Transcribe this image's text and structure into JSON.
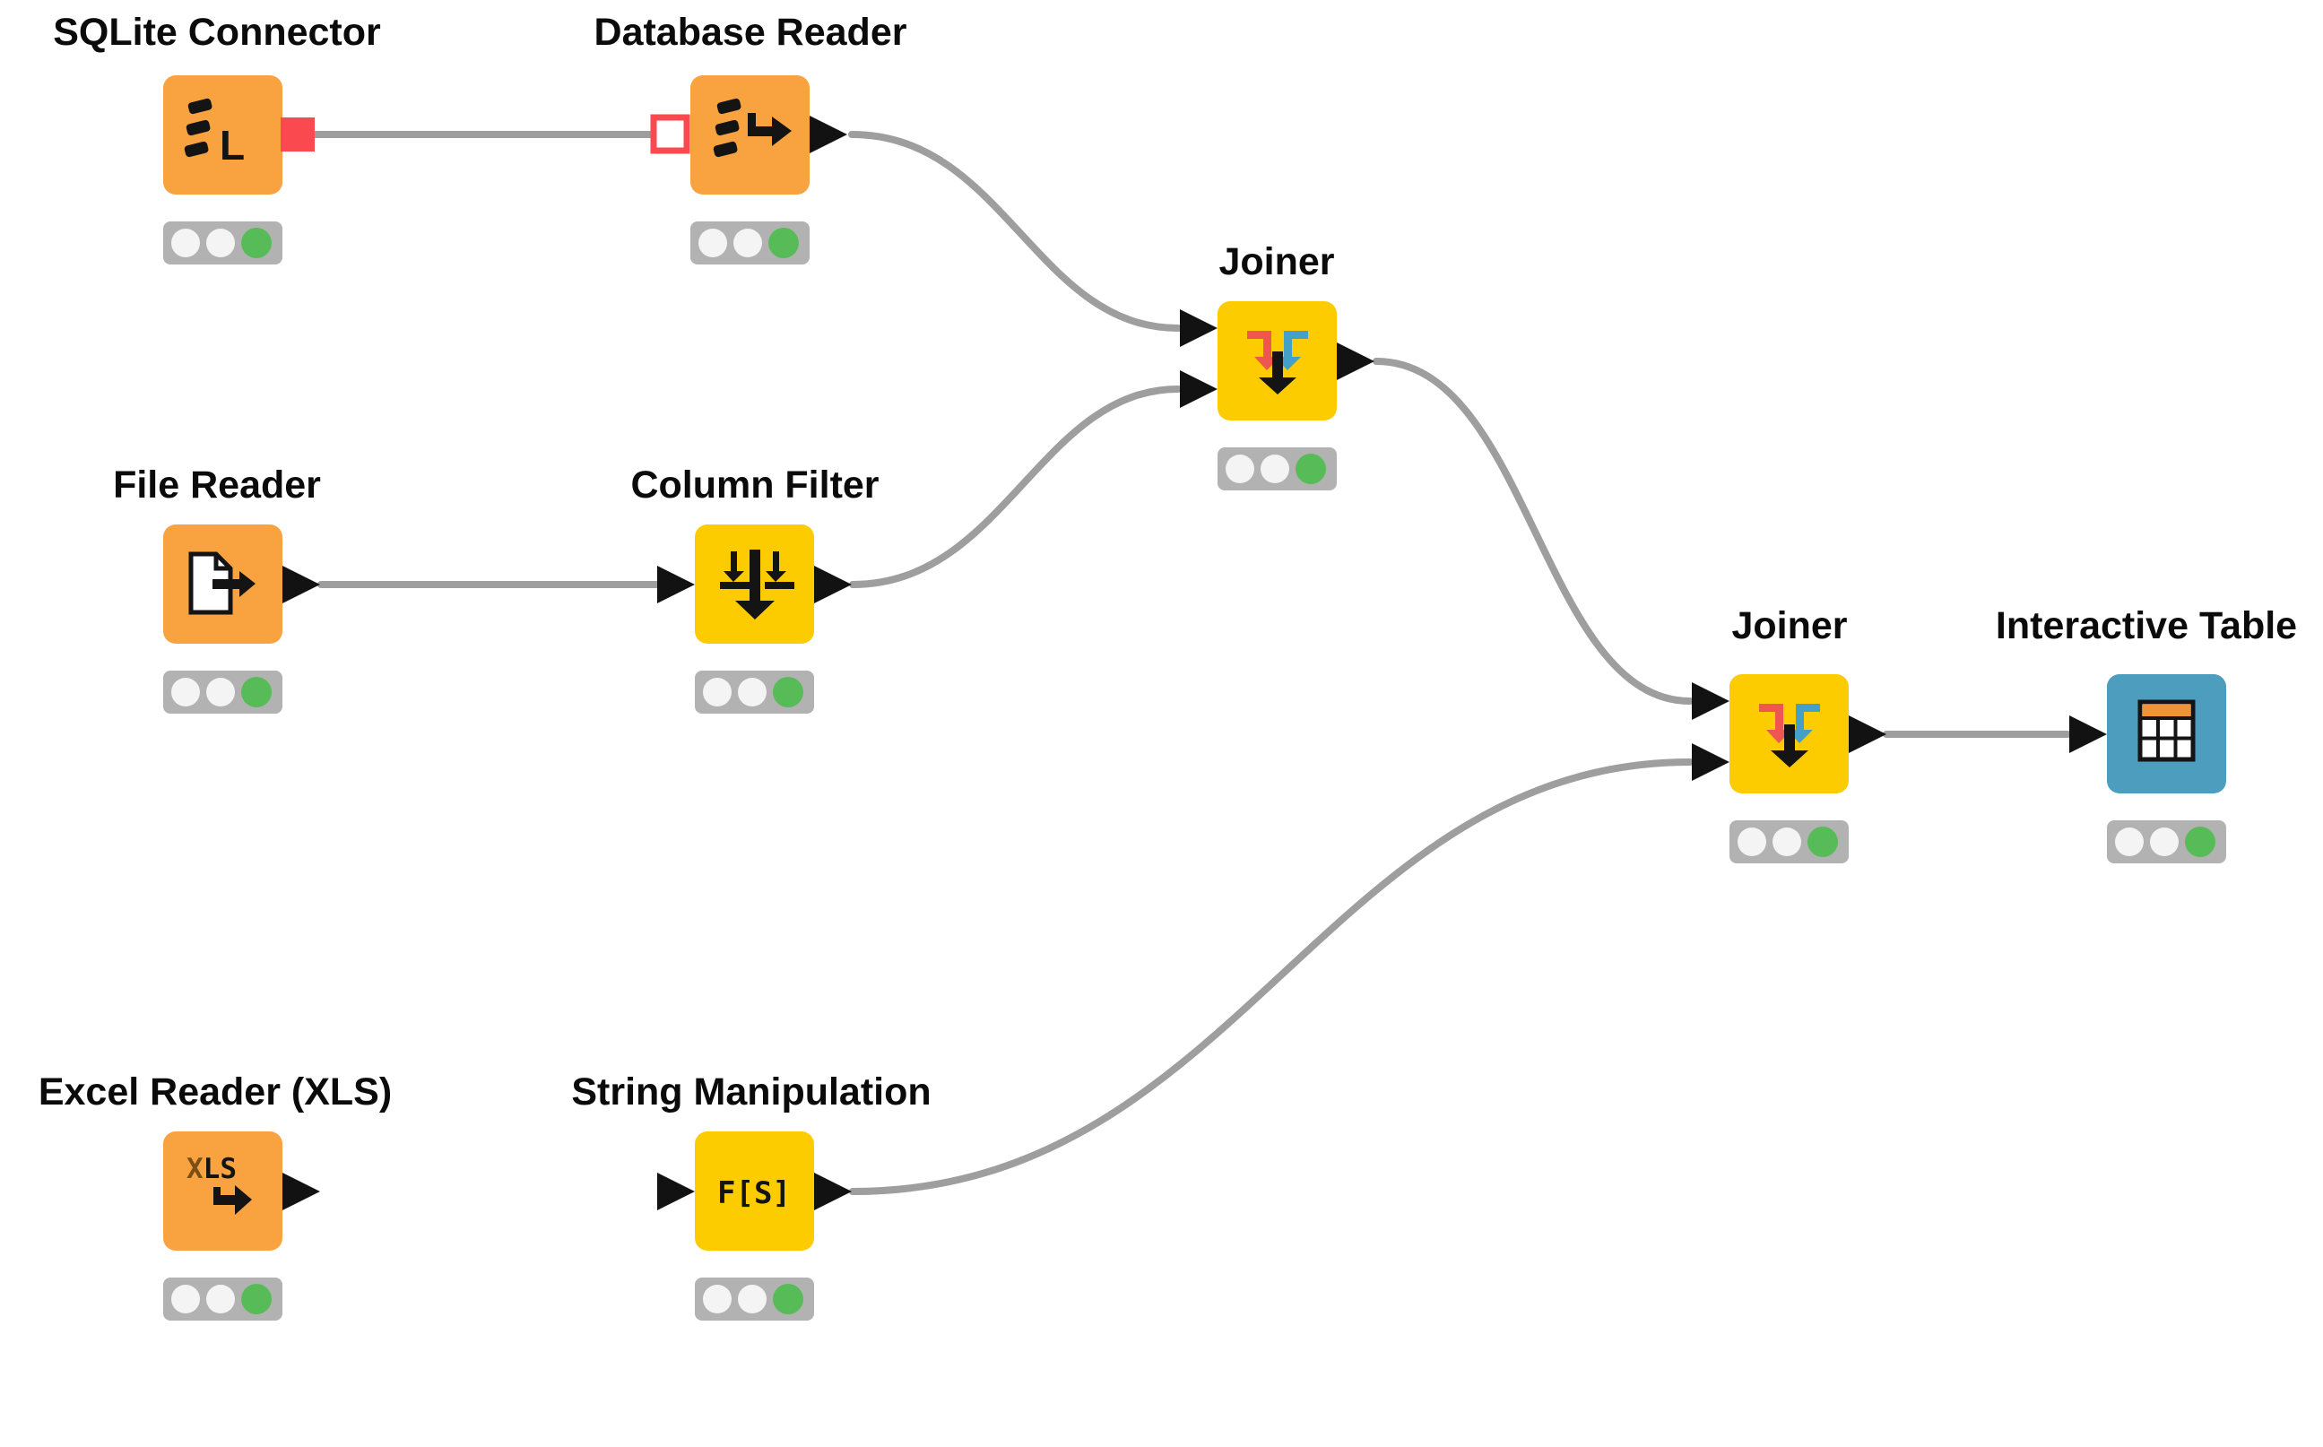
{
  "workflow": {
    "editor": "KNIME workflow canvas",
    "background_color": "#ffffff",
    "nodes": [
      {
        "id": "sqlite-connector",
        "label": "SQLite Connector",
        "node_color": "#f9a240",
        "icon": "database-stack-l-icon",
        "icon_letter": "L",
        "status": "executed",
        "output_port_type": "database"
      },
      {
        "id": "database-reader",
        "label": "Database Reader",
        "node_color": "#f9a240",
        "icon": "database-stack-arrow-icon",
        "status": "executed",
        "input_port_type": "database",
        "output_port_type": "data"
      },
      {
        "id": "joiner-top",
        "label": "Joiner",
        "node_color": "#fccc00",
        "icon": "joiner-merge-arrows-icon",
        "status": "executed"
      },
      {
        "id": "file-reader",
        "label": "File Reader",
        "node_color": "#f9a240",
        "icon": "document-export-icon",
        "status": "executed"
      },
      {
        "id": "column-filter",
        "label": "Column Filter",
        "node_color": "#fccc00",
        "icon": "column-filter-arrows-icon",
        "status": "executed"
      },
      {
        "id": "joiner-bottom",
        "label": "Joiner",
        "node_color": "#fccc00",
        "icon": "joiner-merge-arrows-icon",
        "status": "executed"
      },
      {
        "id": "interactive-table",
        "label": "Interactive Table",
        "node_color": "#4c9dbe",
        "icon": "table-grid-icon",
        "status": "executed"
      },
      {
        "id": "excel-reader",
        "label": "Excel Reader (XLS)",
        "node_color": "#f9a240",
        "icon": "xls-export-icon",
        "icon_text_x": "X",
        "icon_text_rest": "LS",
        "status": "executed"
      },
      {
        "id": "string-manipulation",
        "label": "String Manipulation",
        "node_color": "#fccc00",
        "icon": "string-function-icon",
        "icon_text": "F[S]",
        "status": "executed"
      }
    ],
    "connections": [
      {
        "from": "sqlite-connector",
        "to": "database-reader",
        "to_port": 1,
        "type": "database"
      },
      {
        "from": "database-reader",
        "to": "joiner-top",
        "to_port": 1,
        "type": "data"
      },
      {
        "from": "file-reader",
        "to": "column-filter",
        "to_port": 1,
        "type": "data"
      },
      {
        "from": "column-filter",
        "to": "joiner-top",
        "to_port": 2,
        "type": "data"
      },
      {
        "from": "joiner-top",
        "to": "joiner-bottom",
        "to_port": 1,
        "type": "data"
      },
      {
        "from": "string-manipulation",
        "to": "joiner-bottom",
        "to_port": 2,
        "type": "data"
      },
      {
        "from": "joiner-bottom",
        "to": "interactive-table",
        "to_port": 1,
        "type": "data"
      }
    ],
    "status_lights": {
      "off_color": "#f4f4f4",
      "executed_color": "#57bc57",
      "base_color": "#b2b2b2"
    },
    "colors": {
      "node_orange": "#f9a240",
      "node_yellow": "#fccc00",
      "node_blue": "#4c9dbe",
      "database_port_red": "#fa4a50",
      "joiner_icon_red": "#ed5651",
      "joiner_icon_blue": "#44a0c6",
      "table_icon_header_orange": "#ef9239",
      "wire_gray": "#9e9e9e",
      "label_black": "#0b0b0b"
    }
  }
}
